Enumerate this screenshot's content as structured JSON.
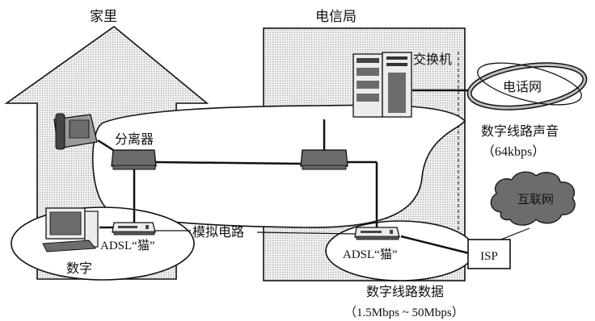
{
  "labels": {
    "home": "家里",
    "office": "电信局",
    "exchange": "交换机",
    "phone_network": "电话网",
    "splitter": "分离器",
    "digital_voice_line": "数字线路声音",
    "digital_voice_rate": "（64kbps）",
    "internet": "互联网",
    "analog_circuit": "模拟电路",
    "adsl_modem_home": "ADSL“猫”",
    "adsl_modem_office": "ADSL“猫”",
    "isp": "ISP",
    "digital": "数字",
    "digital_data_line": "数字线路数据",
    "digital_data_rate": "（1.5Mbps ~ 50Mbps）"
  },
  "colors": {
    "ink": "#111111",
    "background": "#ffffff",
    "shade": "#e6e6e6",
    "device_shade": "#9a9a9a"
  },
  "icons": {
    "telephone": "telephone-icon",
    "computer": "computer-icon",
    "splitter": "splitter-device-icon",
    "modem": "modem-icon",
    "exchange": "exchange-server-icon",
    "cloud": "cloud-icon"
  }
}
